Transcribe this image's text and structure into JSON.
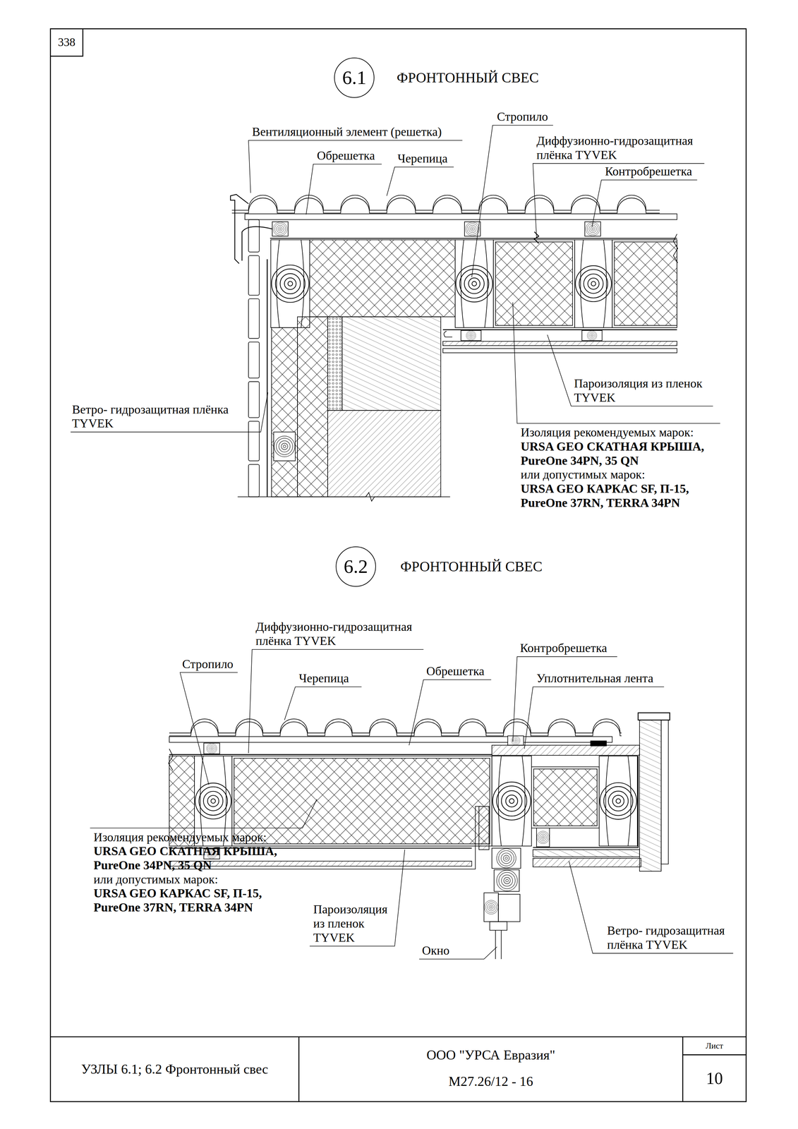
{
  "diagram": {
    "nodes": [
      {
        "text": [
          "6.1",
          "ФРОНТОННЫЙ СВЕС"
        ]
      },
      {
        "text": [
          "6.2",
          "ФРОНТОННЫЙ СВЕС"
        ]
      }
    ],
    "labels": [
      "338",
      "Вентиляционный элемент (решетка)",
      "Обрешетка",
      "Черепица",
      "Стропило",
      "Диффузионно-гидрозащитная плёнка TYVEK",
      "Контробрешетка",
      "Пароизоляция из пленок TYVEK",
      "Ветро- гидрозащитная плёнка TYVEK",
      "Изоляция рекомендуемых марок:",
      "URSA GEO СКАТНАЯ КРЫША, PureOne 34PN, 35 QN",
      "или допустимых марок:",
      "URSA GEO КАРКАС SF, П-15, PureOne 37RN, TERRA 34PN",
      "Диффузионно-гидрозащитная плёнка TYVEK",
      "Стропило",
      "Черепица",
      "Обрешетка",
      "Контробрешетка",
      "Уплотнительная лента",
      "Изоляция рекомендуемых марок:",
      "URSA GEO СКАТНАЯ КРЫША, PureOne 34PN, 35 QN",
      "или допустимых марок:",
      "URSA GEO КАРКАС SF, П-15, PureOne 37RN, TERRA 34PN",
      "Пароизоляция из пленок TYVEK",
      "Окно",
      "Ветро- гидрозащитная плёнка TYVEK",
      "УЗЛЫ 6.1; 6.2 Фронтонный свес",
      "ООО \"УРСА Евразия\"",
      "М27.26/12 - 16",
      "Лист",
      "10"
    ]
  }
}
